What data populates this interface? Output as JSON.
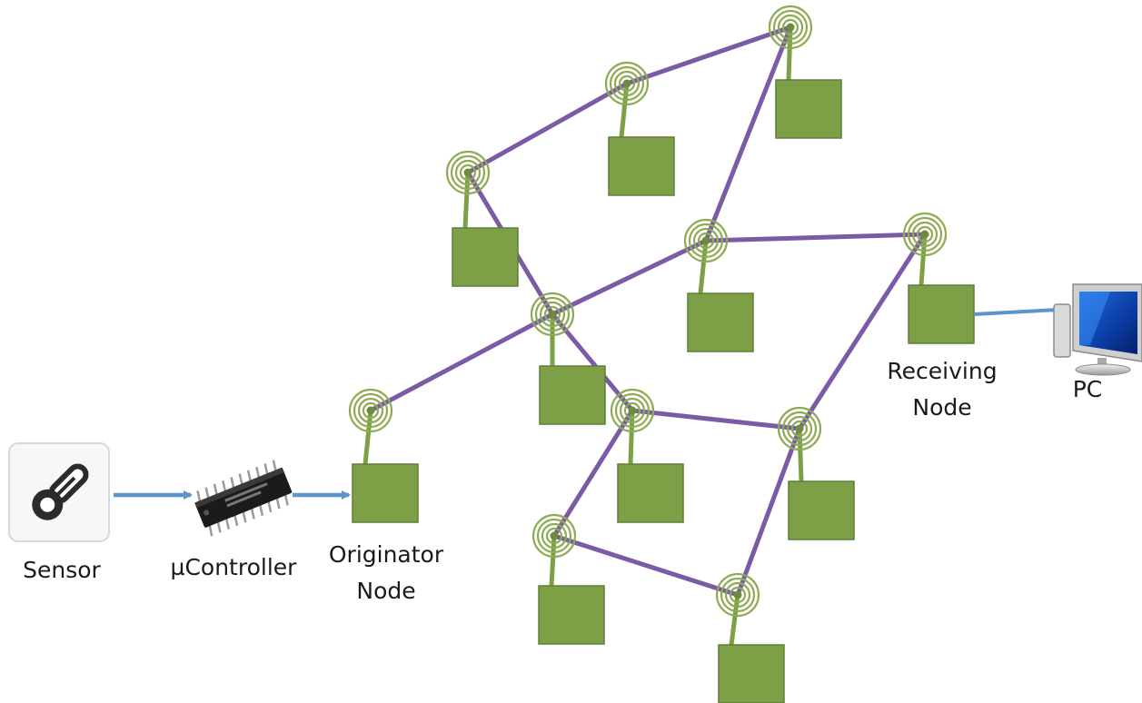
{
  "labels": {
    "sensor": "Sensor",
    "mcu": "µController",
    "originator_1": "Originator",
    "originator_2": "Node",
    "receiving_1": "Receiving",
    "receiving_2": "Node",
    "pc": "PC"
  },
  "colors": {
    "node_fill": "#7da046",
    "mesh_link": "#7b5aa6",
    "data_flow_arrow": "#5b95c9"
  },
  "icons": {
    "sensor": "thermometer-icon",
    "mcu": "microchip-icon",
    "pc": "computer-monitor-icon",
    "antenna": "antenna-signal-icon"
  }
}
